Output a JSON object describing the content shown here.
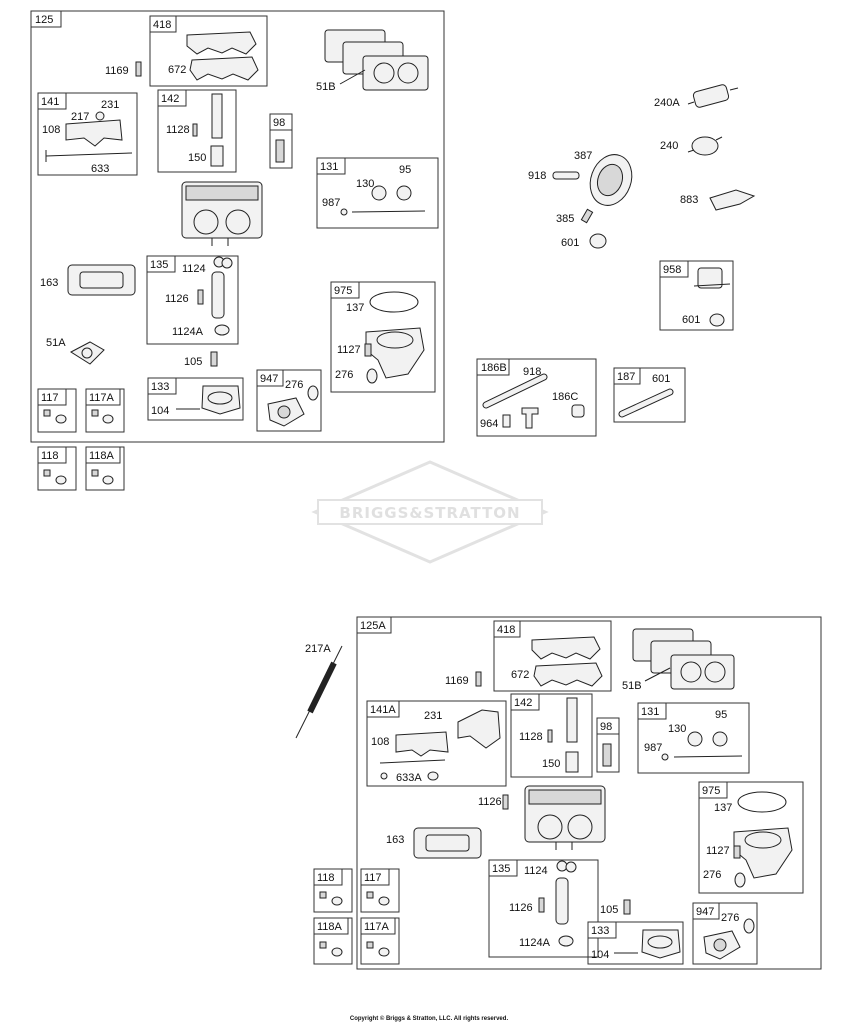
{
  "diagram": {
    "boxes": [
      "125",
      "418",
      "141",
      "142",
      "98",
      "131",
      "135",
      "975",
      "133",
      "947",
      "117",
      "117A",
      "118",
      "118A",
      "958",
      "186B",
      "187",
      "125A",
      "418",
      "141A",
      "142",
      "98",
      "131",
      "975",
      "135",
      "133",
      "947",
      "118",
      "117",
      "118A",
      "117A"
    ],
    "labels": {
      "l1169": "1169",
      "l672": "672",
      "l51B": "51B",
      "l231": "231",
      "l217": "217",
      "l108": "108",
      "l633": "633",
      "l1128": "1128",
      "l150": "150",
      "l95": "95",
      "l130": "130",
      "l987": "987",
      "l163": "163",
      "l1124": "1124",
      "l1126": "1126",
      "l1124A": "1124A",
      "l137": "137",
      "l1127": "1127",
      "l276": "276",
      "l51A": "51A",
      "l105": "105",
      "l104": "104",
      "l276b": "276",
      "l240A": "240A",
      "l240": "240",
      "l918": "918",
      "l387": "387",
      "l883": "883",
      "l385": "385",
      "l601": "601",
      "l601b": "601",
      "l918b": "918",
      "l964": "964",
      "l186C": "186C",
      "l601c": "601",
      "l217A": "217A",
      "m1169": "1169",
      "m672": "672",
      "m51B": "51B",
      "m231": "231",
      "m108": "108",
      "m633A": "633A",
      "m1128": "1128",
      "m150": "150",
      "m95": "95",
      "m130": "130",
      "m987": "987",
      "m1126": "1126",
      "m137": "137",
      "m1127": "1127",
      "m276": "276",
      "m163": "163",
      "m1124": "1124",
      "m1126b": "1126",
      "m1124A": "1124A",
      "m105": "105",
      "m104": "104",
      "m276b": "276"
    },
    "watermark": "BRIGGS&STRATTON",
    "copyright": "Copyright © Briggs & Stratton, LLC. All rights reserved."
  }
}
